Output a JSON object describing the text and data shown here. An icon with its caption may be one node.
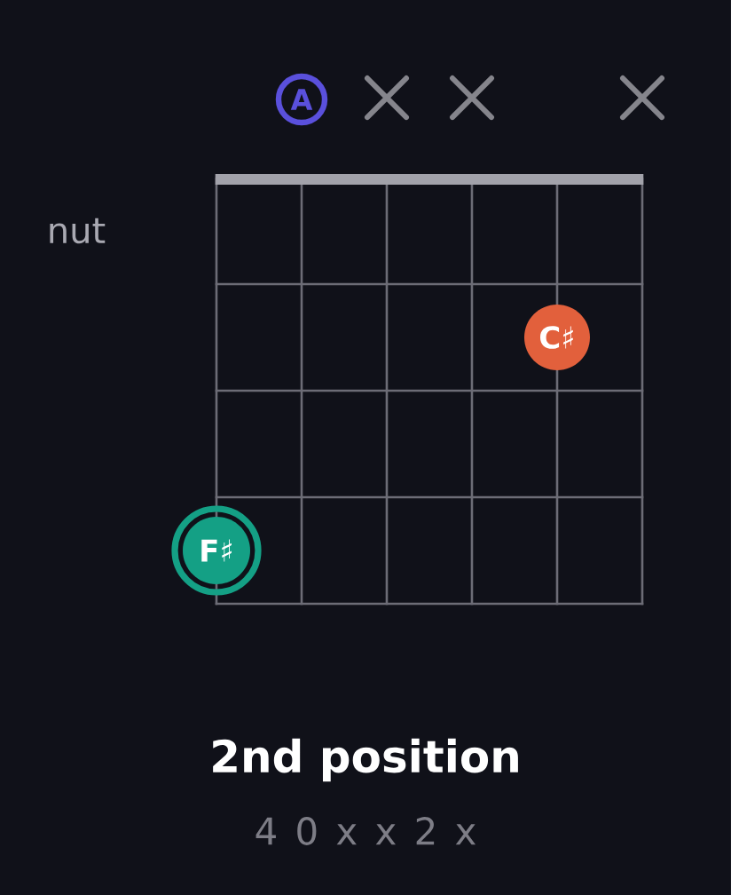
{
  "diagram": {
    "title": "2nd position",
    "caption": "4 0 x x 2 x",
    "nodes": [
      {
        "text": [
          "A"
        ]
      },
      {
        "text": [
          "C♯"
        ]
      },
      {
        "text": [
          "F♯"
        ]
      }
    ],
    "labels": [
      "nut"
    ]
  }
}
